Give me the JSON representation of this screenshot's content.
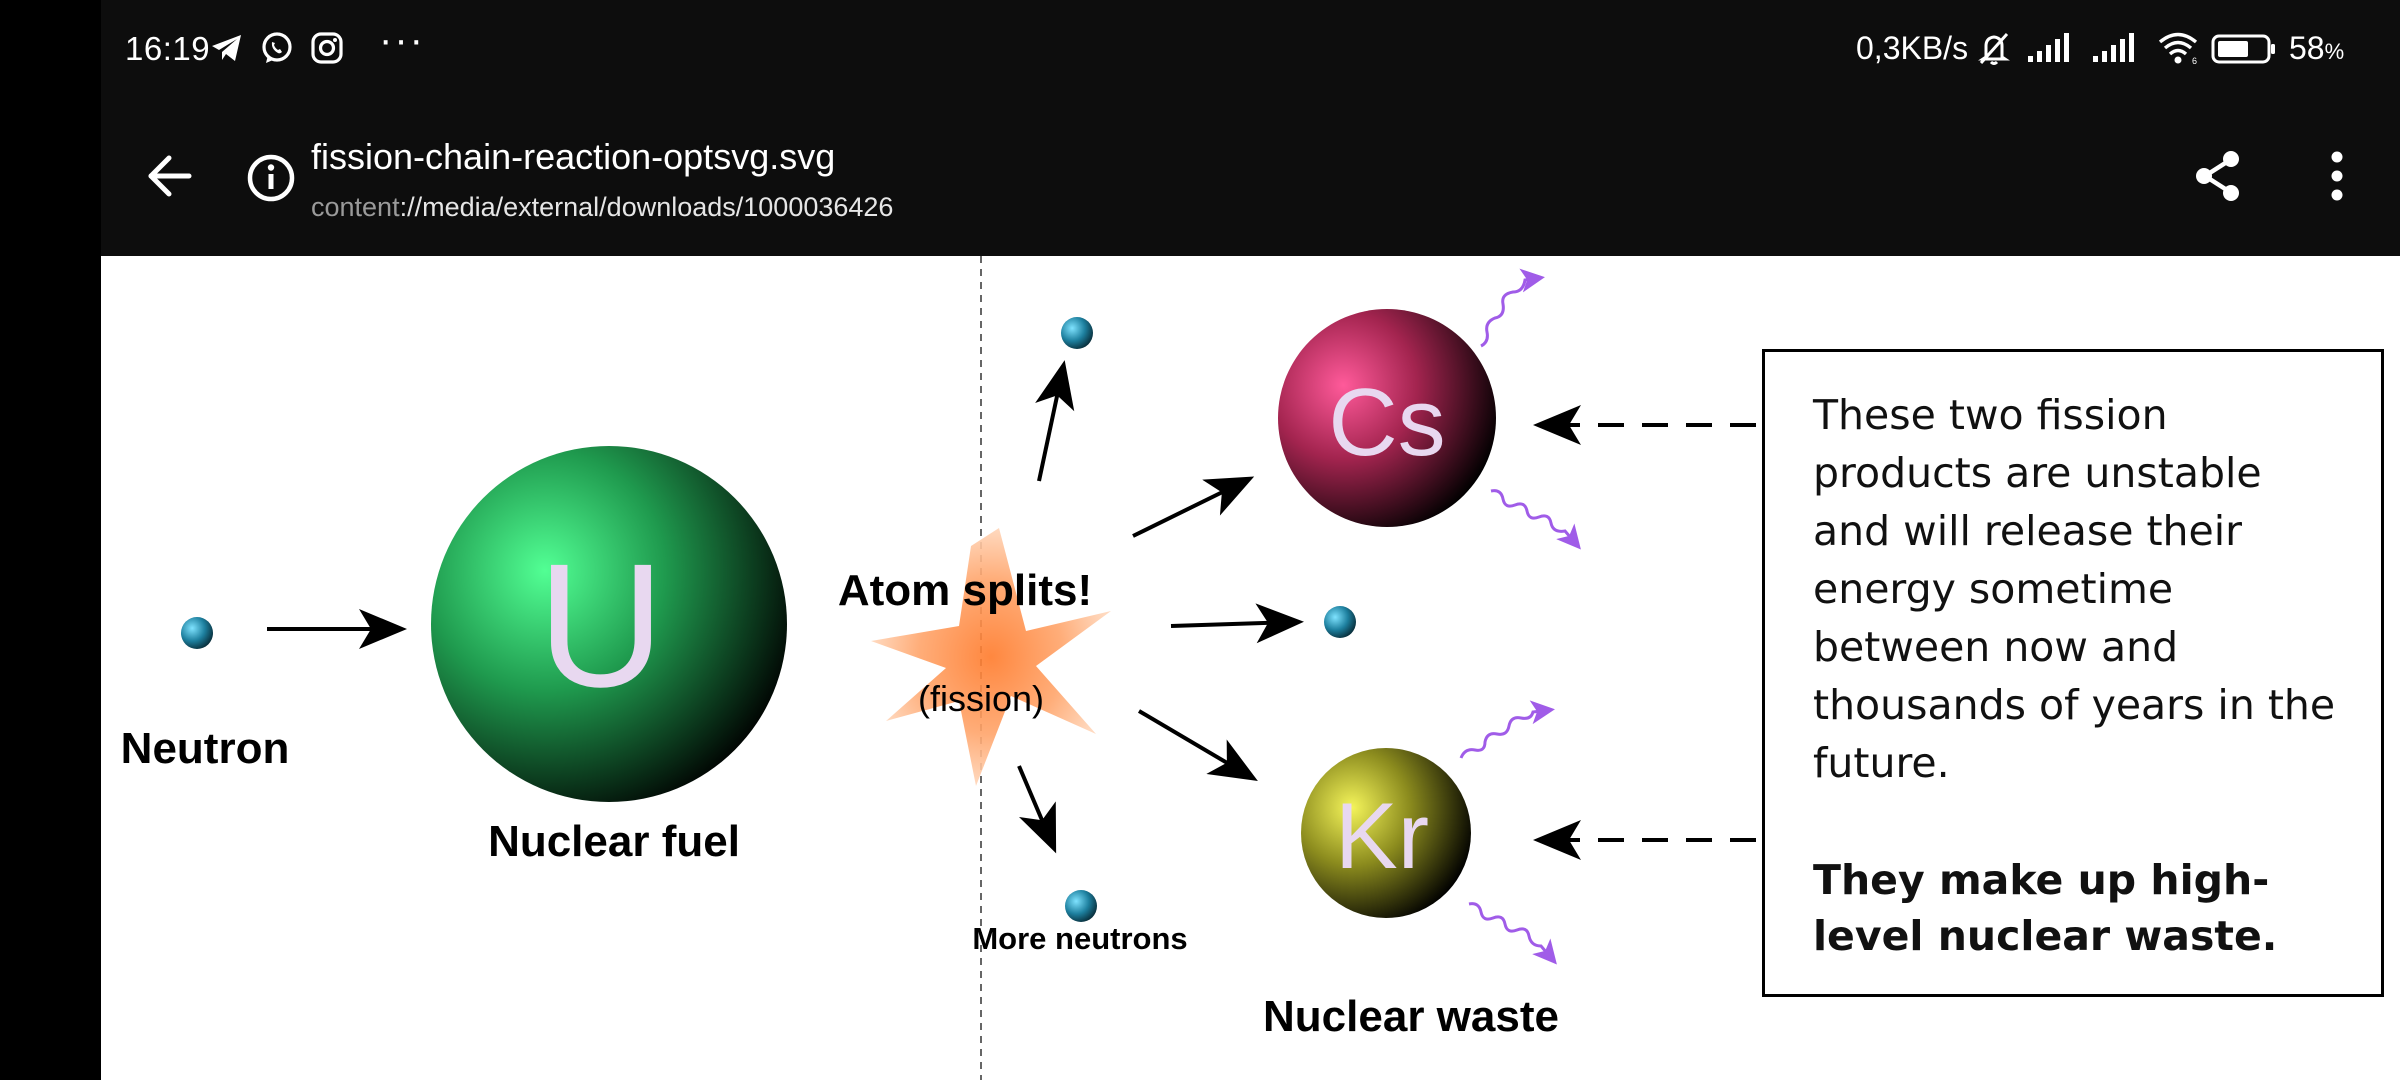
{
  "status_bar": {
    "time": "16:19",
    "more_indicator": "···",
    "net_speed": "0,3KB/s",
    "battery_percent": "58",
    "battery_unit": "%",
    "left_icons": [
      "telegram-icon",
      "whatsapp-icon",
      "instagram-icon"
    ],
    "right_icons": [
      "bell-muted-icon",
      "signal-1-icon",
      "signal-2-icon",
      "wifi-icon",
      "battery-icon"
    ]
  },
  "app_bar": {
    "title": "fission-chain-reaction-optsvg.svg",
    "path_scheme": "content",
    "path_rest": "://media/external/downloads/1000036426",
    "icons": [
      "back-arrow-icon",
      "info-icon",
      "share-icon",
      "more-vert-icon"
    ]
  },
  "diagram": {
    "neutron_label": "Neutron",
    "fuel_symbol": "U",
    "fuel_label": "Nuclear fuel",
    "split_label": "Atom splits!",
    "fission_label": "(fission)",
    "more_neutrons_label": "More neutrons",
    "product1_symbol": "Cs",
    "product2_symbol": "Kr",
    "waste_label": "Nuclear waste",
    "info_text": "These two fission products are unstable and will release their energy sometime between now and thousands of years in the future.",
    "info_bold": "They make up high-level nuclear waste."
  },
  "colors": {
    "background": "#0d0d0d",
    "uranium": "#3cff8c",
    "cesium": "#ff4d8f",
    "krypton": "#f2f24d",
    "neutron": "#3db8d8",
    "radiation": "#9b59e8",
    "burst": "#ff9a5c",
    "symbol_text": "#e8d8f0"
  }
}
